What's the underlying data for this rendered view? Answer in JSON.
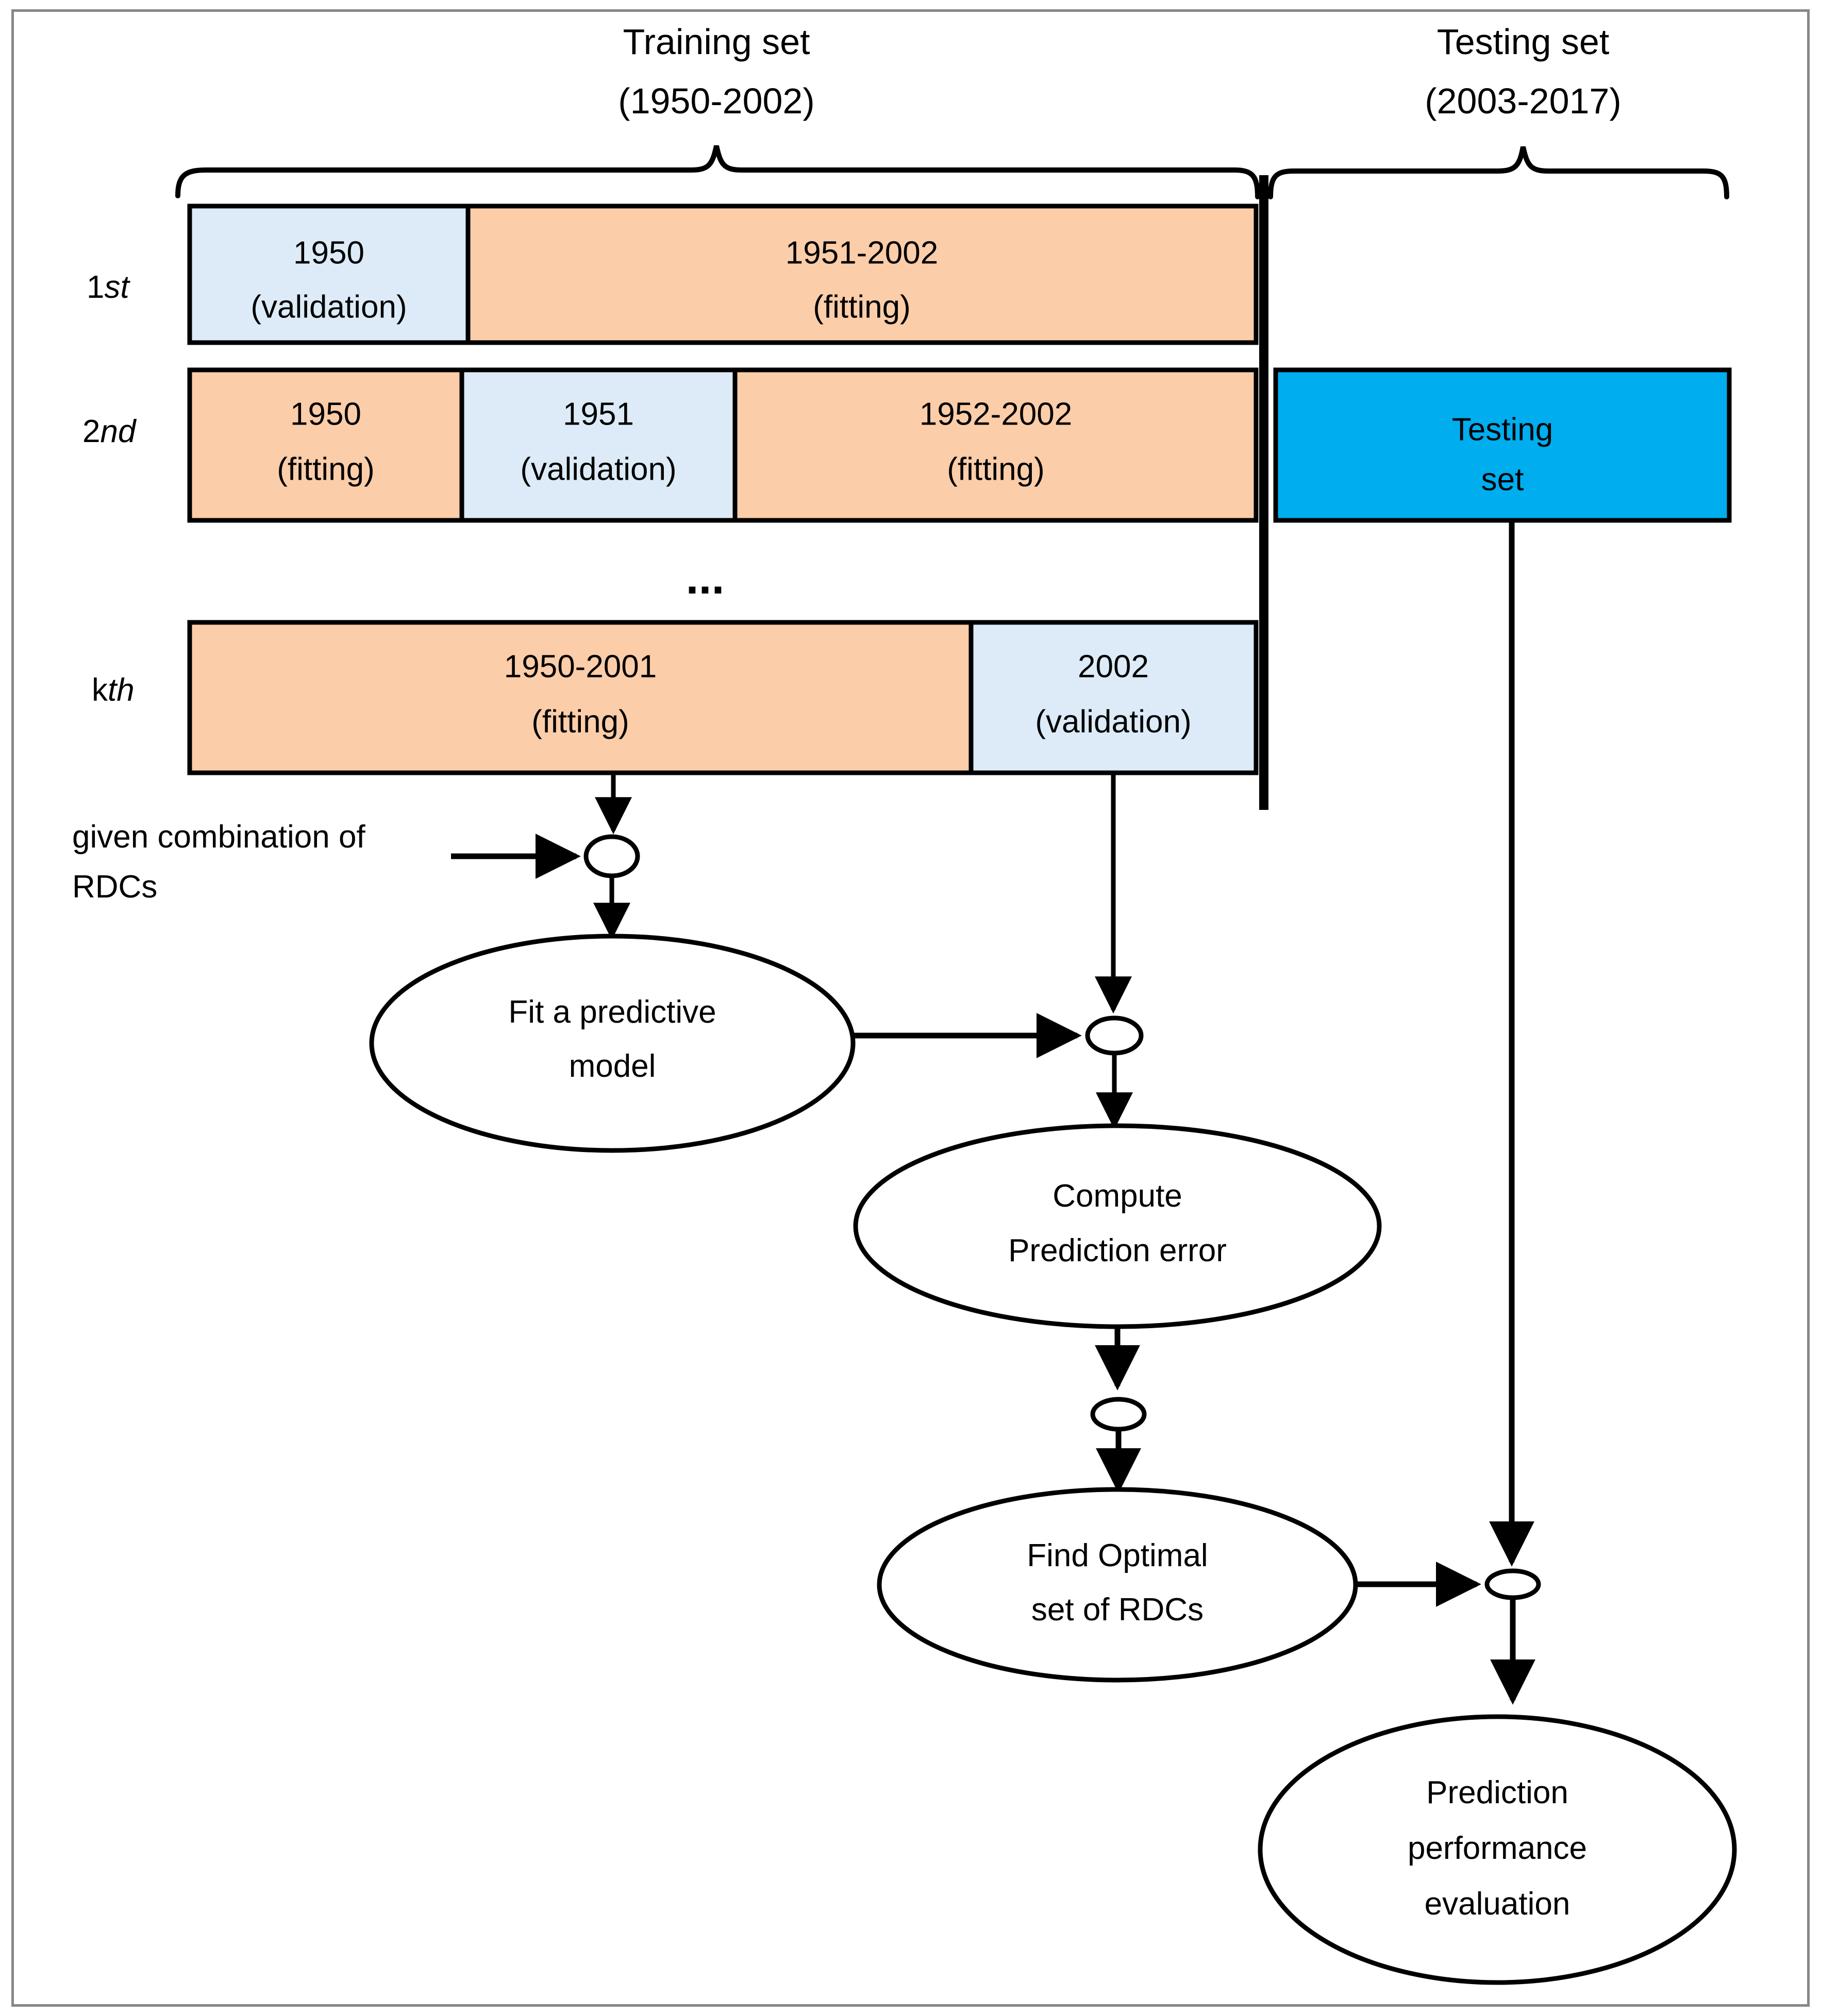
{
  "figure": {
    "title": "Time-series cross-validation and testing workflow",
    "colors": {
      "validation_fill": "#dcebf7",
      "fitting_fill": "#fccda9",
      "testing_fill": "#00adef",
      "stroke": "#000000",
      "frame_border": "#888888",
      "background": "#ffffff"
    }
  },
  "headers": {
    "training": {
      "line1": "Training set",
      "line2": "(1950-2002)"
    },
    "testing": {
      "line1": "Testing set",
      "line2": "(2003-2017)"
    }
  },
  "rows": [
    {
      "label_num": "1",
      "label_suffix": "st",
      "cells": [
        {
          "year": "1950",
          "role": "(validation)",
          "type": "validation"
        },
        {
          "year": "1951-2002",
          "role": "(fitting)",
          "type": "fitting"
        }
      ]
    },
    {
      "label_num": "2",
      "label_suffix": "nd",
      "cells": [
        {
          "year": "1950",
          "role": "(fitting)",
          "type": "fitting"
        },
        {
          "year": "1951",
          "role": "(validation)",
          "type": "validation"
        },
        {
          "year": "1952-2002",
          "role": "(fitting)",
          "type": "fitting"
        }
      ]
    },
    {
      "label_num": "k",
      "label_suffix": "th",
      "cells": [
        {
          "year": "1950-2001",
          "role": "(fitting)",
          "type": "fitting"
        },
        {
          "year": "2002",
          "role": "(validation)",
          "type": "validation"
        }
      ]
    }
  ],
  "ellipsis": "...",
  "testing_box": {
    "line1": "Testing",
    "line2": "set"
  },
  "annotations": {
    "given_rdcs": {
      "line1": "given combination of",
      "line2": "RDCs"
    }
  },
  "process_nodes": [
    {
      "id": "fit-model",
      "line1": "Fit a predictive",
      "line2": "model"
    },
    {
      "id": "compute-error",
      "line1": "Compute",
      "line2": "Prediction error"
    },
    {
      "id": "find-optimal",
      "line1": "Find Optimal",
      "line2": "set of RDCs"
    },
    {
      "id": "perf-eval",
      "line1": "Prediction",
      "line2": "performance",
      "line3": "evaluation"
    }
  ]
}
